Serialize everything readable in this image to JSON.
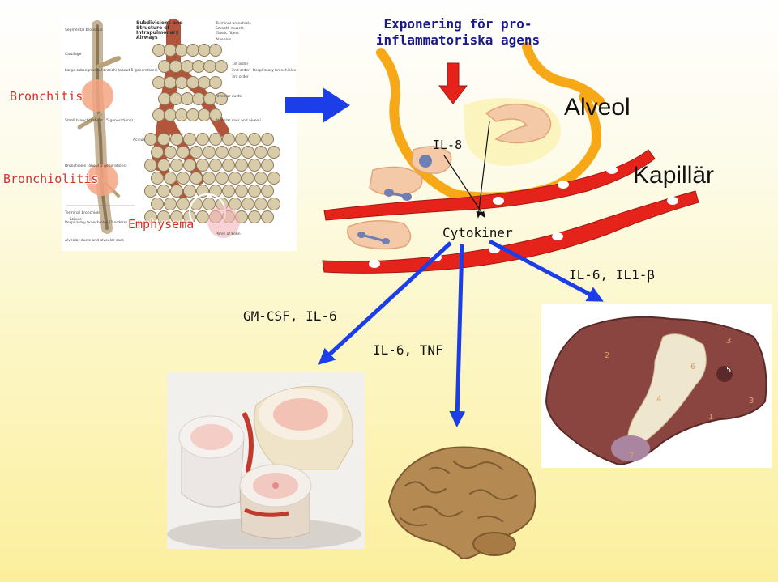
{
  "title": "Exponering för pro-\ninflammatoriska agens",
  "labels": {
    "bronchitis": "Bronchitis",
    "bronchiolitis": "Bronchiolitis",
    "emphysema": "Emphysema",
    "alveol": "Alveol",
    "kapillar": "Kapillär",
    "il8": "IL-8",
    "cytokiner": "Cytokiner",
    "il6_il1b": "IL-6, IL1-β",
    "gmcsf_il6": "GM-CSF, IL-6",
    "il6_tnf": "IL-6, TNF"
  },
  "atlas": {
    "heading": "Subdivisions and\nStructure of\nIntrapulmonary\nAirways",
    "left_notes": [
      "Segmental bronchus",
      "Cartilage",
      "Large subsegmental bronchi (about 5 generations)",
      "Small bronchi (about 15 generations)",
      "Bronchioles (about 3 generations)",
      "Terminal bronchiole",
      "Respiratory bronchioles (3 orders)",
      "Alveolar ducts and alveolar sacs"
    ],
    "right_notes": [
      "Terminal bronchiole",
      "Smooth muscle",
      "Elastic fibers",
      "Alveolus",
      "1st order",
      "2nd order",
      "3rd order",
      "Respiratory bronchioles",
      "Alveolar ducts",
      "Alveolar sacs and alveoli",
      "Pores of Kohn"
    ],
    "side_labels": [
      "Acinus",
      "Lobule"
    ]
  },
  "liver_numbers": [
    "2",
    "3",
    "6",
    "5",
    "4",
    "3",
    "1",
    "7"
  ],
  "colors": {
    "title": "#1a1a8a",
    "red_label": "#d8311e",
    "arrow_blue": "#1b3ee8",
    "vessel_red": "#e5231a",
    "alveolus_orange": "#f6a817",
    "cell_pink": "#f4c9a8",
    "nucleus": "#6f7fb3"
  }
}
